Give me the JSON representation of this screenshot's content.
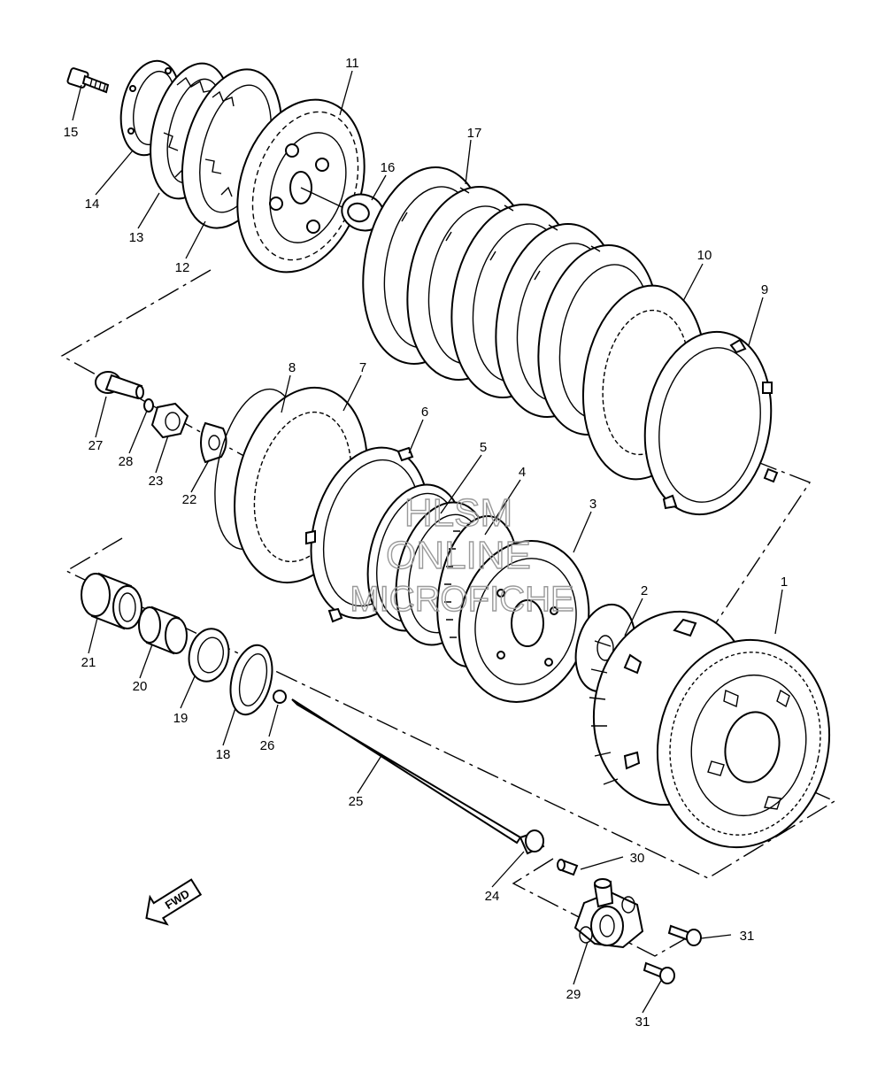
{
  "callouts": [
    {
      "id": "1",
      "label": "1"
    },
    {
      "id": "2",
      "label": "2"
    },
    {
      "id": "3",
      "label": "3"
    },
    {
      "id": "4",
      "label": "4"
    },
    {
      "id": "5",
      "label": "5"
    },
    {
      "id": "6",
      "label": "6"
    },
    {
      "id": "7",
      "label": "7"
    },
    {
      "id": "8",
      "label": "8"
    },
    {
      "id": "9",
      "label": "9"
    },
    {
      "id": "10",
      "label": "10"
    },
    {
      "id": "11",
      "label": "11"
    },
    {
      "id": "12",
      "label": "12"
    },
    {
      "id": "13",
      "label": "13"
    },
    {
      "id": "14",
      "label": "14"
    },
    {
      "id": "15",
      "label": "15"
    },
    {
      "id": "16",
      "label": "16"
    },
    {
      "id": "17",
      "label": "17"
    },
    {
      "id": "18",
      "label": "18"
    },
    {
      "id": "19",
      "label": "19"
    },
    {
      "id": "20",
      "label": "20"
    },
    {
      "id": "21",
      "label": "21"
    },
    {
      "id": "22",
      "label": "22"
    },
    {
      "id": "23",
      "label": "23"
    },
    {
      "id": "24",
      "label": "24"
    },
    {
      "id": "25",
      "label": "25"
    },
    {
      "id": "26",
      "label": "26"
    },
    {
      "id": "27",
      "label": "27"
    },
    {
      "id": "28",
      "label": "28"
    },
    {
      "id": "29",
      "label": "29"
    },
    {
      "id": "30",
      "label": "30"
    },
    {
      "id": "31a",
      "label": "31"
    },
    {
      "id": "31b",
      "label": "31"
    }
  ],
  "direction_marker": {
    "label": "FWD"
  },
  "watermark": {
    "line1": "HLSM",
    "line2": "ONLINE",
    "line3": "MICROFICHE"
  },
  "colors": {
    "line": "#000000",
    "background": "#ffffff",
    "watermark": "#9a9a9a"
  }
}
